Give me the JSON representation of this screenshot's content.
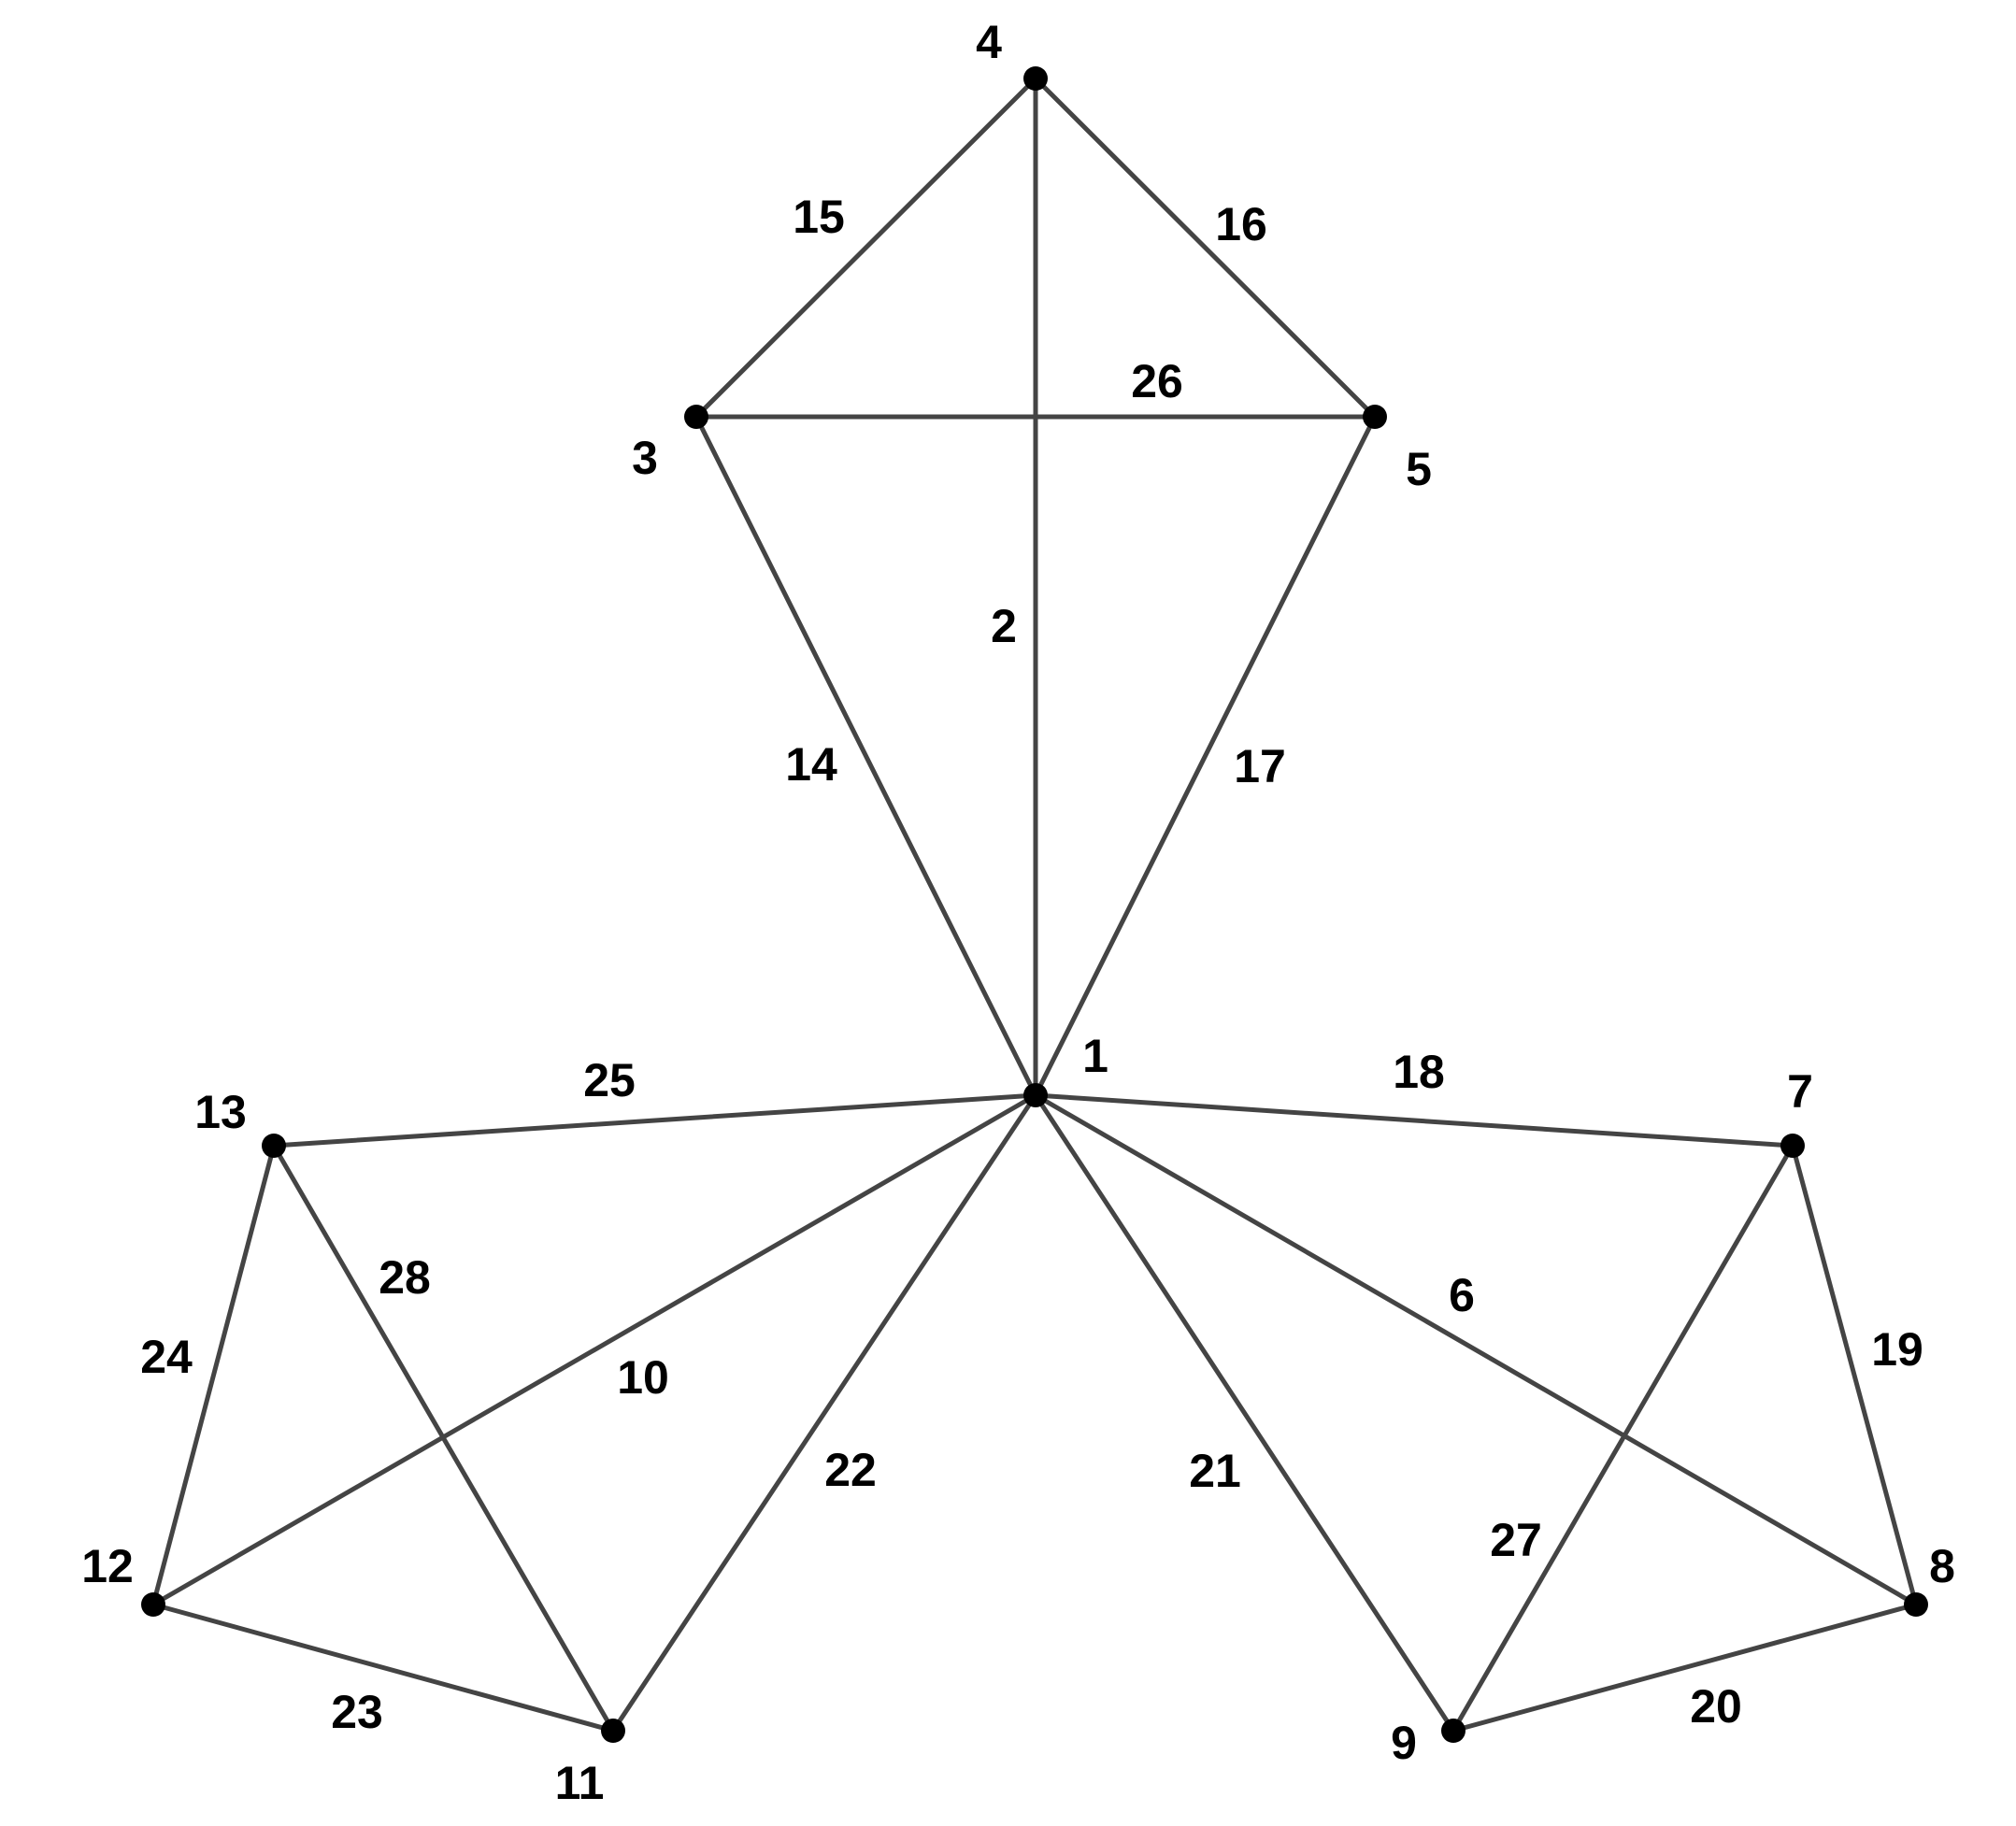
{
  "colors": {
    "edge": "#444444",
    "node": "#000000",
    "text": "#000000"
  },
  "graph": {
    "nodes": [
      {
        "id": "1",
        "label": "1"
      },
      {
        "id": "3",
        "label": "3"
      },
      {
        "id": "4",
        "label": "4"
      },
      {
        "id": "5",
        "label": "5"
      },
      {
        "id": "7",
        "label": "7"
      },
      {
        "id": "8",
        "label": "8"
      },
      {
        "id": "9",
        "label": "9"
      },
      {
        "id": "11",
        "label": "11"
      },
      {
        "id": "12",
        "label": "12"
      },
      {
        "id": "13",
        "label": "13"
      }
    ],
    "edges": [
      {
        "label": "2",
        "from": "1",
        "to": "4"
      },
      {
        "label": "6",
        "from": "1",
        "to": "8"
      },
      {
        "label": "10",
        "from": "1",
        "to": "12"
      },
      {
        "label": "14",
        "from": "1",
        "to": "3"
      },
      {
        "label": "15",
        "from": "3",
        "to": "4"
      },
      {
        "label": "16",
        "from": "4",
        "to": "5"
      },
      {
        "label": "17",
        "from": "1",
        "to": "5"
      },
      {
        "label": "18",
        "from": "1",
        "to": "7"
      },
      {
        "label": "19",
        "from": "7",
        "to": "8"
      },
      {
        "label": "20",
        "from": "8",
        "to": "9"
      },
      {
        "label": "21",
        "from": "1",
        "to": "9"
      },
      {
        "label": "22",
        "from": "1",
        "to": "11"
      },
      {
        "label": "23",
        "from": "11",
        "to": "12"
      },
      {
        "label": "24",
        "from": "12",
        "to": "13"
      },
      {
        "label": "25",
        "from": "1",
        "to": "13"
      },
      {
        "label": "26",
        "from": "3",
        "to": "5"
      },
      {
        "label": "27",
        "from": "7",
        "to": "9"
      },
      {
        "label": "28",
        "from": "11",
        "to": "13"
      }
    ]
  }
}
